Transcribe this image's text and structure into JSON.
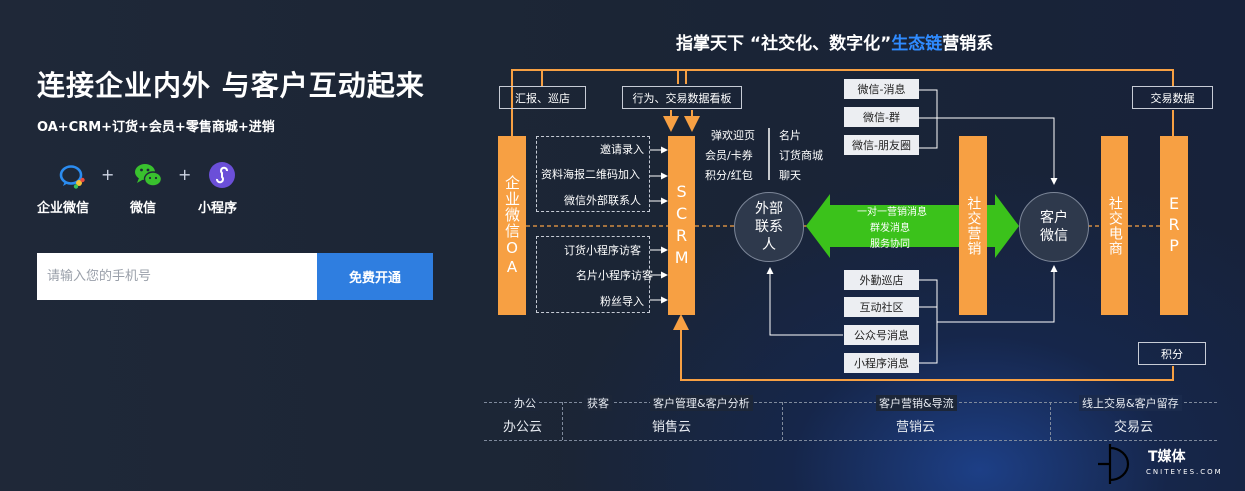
{
  "hero": {
    "title": "连接企业内外 与客户互动起来",
    "subtitle": "OA+CRM+订货+会员+零售商城+进销",
    "apps": [
      {
        "label": "企业微信",
        "icon": "wecom-icon"
      },
      {
        "label": "微信",
        "icon": "wechat-icon"
      },
      {
        "label": "小程序",
        "icon": "mini-program-icon"
      }
    ],
    "plus": "+",
    "phone_placeholder": "请输入您的手机号",
    "cta_label": "免费开通"
  },
  "diagram": {
    "title_prefix": "指掌天下  “社交化、数字化”",
    "title_highlight": "生态链",
    "title_suffix": "营销系",
    "top_boxes": {
      "report": "汇报、巡店",
      "dashboard": "行为、交易数据看板",
      "trade_data": "交易数据"
    },
    "oa_bar": "企业微信OA",
    "scrm_bar": "SCRM",
    "social_marketing_bar": "社交营销",
    "social_commerce_bar": "社交电商",
    "erp_bar": "ERP",
    "dashed_top": [
      "邀请录入",
      "资料海报二维码加入",
      "微信外部联系人"
    ],
    "dashed_bottom": [
      "订货小程序访客",
      "名片小程序访客",
      "粉丝导入"
    ],
    "features_left": [
      "弹欢迎页",
      "会员/卡券",
      "积分/红包"
    ],
    "features_right": [
      "名片",
      "订货商城",
      "聊天"
    ],
    "external_contact": "外部联系人",
    "customer_wechat": "客户微信",
    "green_arrow": [
      "一对一营销消息",
      "群发消息",
      "服务协同"
    ],
    "wechat_boxes": [
      "微信-消息",
      "微信-群",
      "微信-朋友圈"
    ],
    "bottom_boxes": [
      "外勤巡店",
      "互动社区",
      "公众号消息",
      "小程序消息"
    ],
    "points": "积分",
    "clouds": [
      {
        "tags": [
          "办公"
        ],
        "name": "办公云"
      },
      {
        "tags": [
          "获客",
          "客户管理&客户分析"
        ],
        "name": "销售云"
      },
      {
        "tags": [
          "客户营销&导流"
        ],
        "name": "营销云"
      },
      {
        "tags": [
          "线上交易&客户留存"
        ],
        "name": "交易云"
      }
    ]
  },
  "watermark": {
    "name": "T媒体",
    "domain": "CNITEYES.COM"
  },
  "colors": {
    "orange": "#f7a043",
    "green": "#3bc21b",
    "blue": "#2f7ee0",
    "bg": "#1b2434"
  }
}
